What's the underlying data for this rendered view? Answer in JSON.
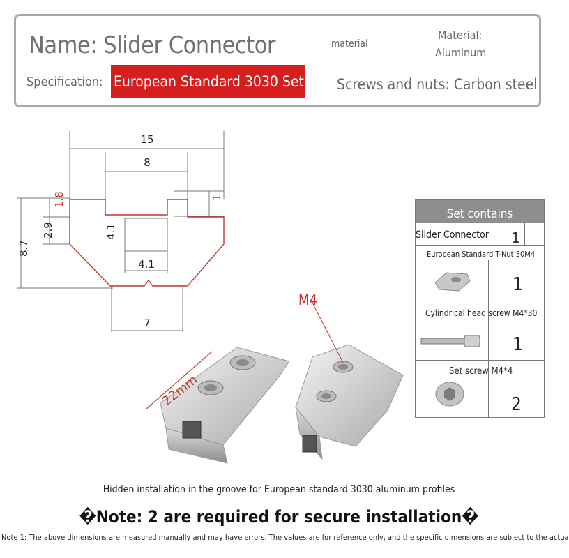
{
  "header": {
    "name": "Name: Slider Connector",
    "spec_label": "Specification:",
    "spec_value": "European Standard 3030 Set",
    "material_small": "material",
    "material_label": "Material:",
    "material_value": "Aluminum",
    "screws": "Screws and nuts: Carbon steel"
  },
  "dimensions": {
    "d15": "15",
    "d8": "8",
    "d1_8": "1.8",
    "d1": "1",
    "d2_9": "2.9",
    "d4_1v": "4.1",
    "d8_7": "8.7",
    "d4_1h": "4.1",
    "d7": "7",
    "d22": "22mm"
  },
  "photo_label": "M4",
  "table": {
    "title": "Set contains",
    "rows": [
      {
        "label": "Slider Connector",
        "qty": "1"
      },
      {
        "label": "European Standard T-Nut 30M4",
        "qty": "1"
      },
      {
        "label": "Cylindrical head screw M4*30",
        "qty": "1"
      },
      {
        "label": "Set screw M4*4",
        "qty": "2"
      }
    ]
  },
  "caption": "Hidden installation in the groove for European standard 3030 aluminum profiles",
  "note": "�Note: 2 are required for secure installation�",
  "note1": "Note 1: The above dimensions are measured manually and may have errors. The values are for reference only, and the specific dimensions are subject to the actua",
  "colors": {
    "accent_red": "#d61e1e",
    "dimension_red": "#c0392b",
    "table_header": "#8e8e8e"
  }
}
